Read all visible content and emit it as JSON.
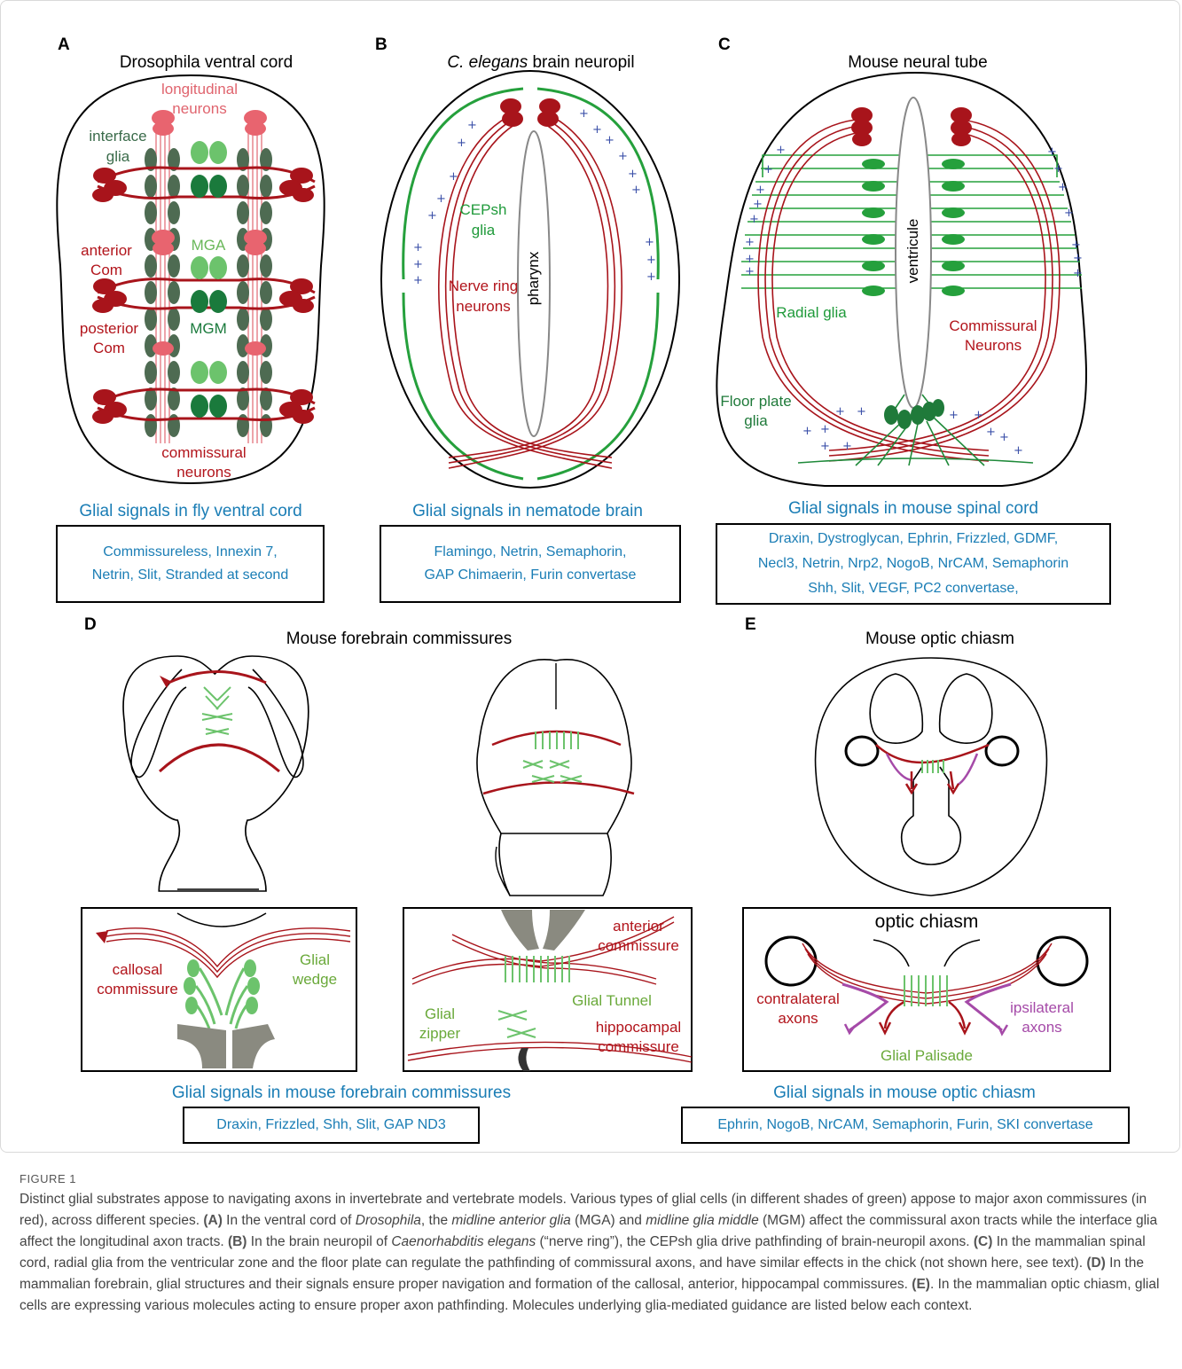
{
  "figure": {
    "panels": {
      "A": {
        "letter": "A",
        "title": "Drosophila ventral cord",
        "labels": {
          "longitudinal": "longitudinal",
          "neurons1": "neurons",
          "interface": "interface",
          "glia": "glia",
          "mga": "MGA",
          "anterior": "anterior",
          "com1": "Com",
          "mgm": "MGM",
          "posterior": "posterior",
          "com2": "Com",
          "commissural": "commissural",
          "neurons2": "neurons"
        }
      },
      "B": {
        "letter": "B",
        "title_italic": "C. elegans",
        "title_rest": " brain neuropil",
        "labels": {
          "cepsh": "CEPsh",
          "glia": "glia",
          "nerve": "Nerve ring",
          "neurons": "neurons",
          "pharynx": "pharynx"
        }
      },
      "C": {
        "letter": "C",
        "title": "Mouse neural tube",
        "labels": {
          "ventricule": "ventricule",
          "radial": "Radial glia",
          "commissural": "Commissural",
          "neurons": "Neurons",
          "floor": "Floor plate",
          "glia": "glia"
        }
      },
      "D": {
        "letter": "D",
        "title": "Mouse forebrain commissures",
        "labels": {
          "callosal": "callosal",
          "commissure1": "commissure",
          "glial": "Glial",
          "wedge": "wedge",
          "anterior": "anterior",
          "commissure2": "commissure",
          "tunnel": "Glial Tunnel",
          "glial2": "Glial",
          "zipper": "zipper",
          "hippocampal": "hippocampal",
          "commissure3": "commissure"
        }
      },
      "E": {
        "letter": "E",
        "title": "Mouse optic chiasm",
        "labels": {
          "optic": "optic chiasm",
          "contralateral": "contralateral",
          "axons1": "axons",
          "ipsilateral": "ipsilateral",
          "axons2": "axons",
          "palisade": "Glial Palisade"
        }
      }
    },
    "signals": {
      "A": {
        "heading": "Glial signals in fly ventral cord",
        "lines": [
          "Commissureless, Innexin 7,",
          "Netrin, Slit, Stranded at second"
        ]
      },
      "B": {
        "heading": "Glial signals in nematode brain",
        "lines": [
          "Flamingo, Netrin, Semaphorin,",
          "GAP Chimaerin, Furin convertase"
        ]
      },
      "C": {
        "heading": "Glial signals in mouse spinal cord",
        "lines": [
          "Draxin, Dystroglycan, Ephrin, Frizzled, GDMF,",
          "Necl3, Netrin, Nrp2, NogoB, NrCAM, Semaphorin",
          "Shh, Slit, VEGF, PC2 convertase,"
        ]
      },
      "D": {
        "heading": "Glial signals in mouse forebrain commissures",
        "lines": [
          "Draxin, Frizzled, Shh, Slit, GAP ND3"
        ]
      },
      "E": {
        "heading": "Glial signals in mouse optic chiasm",
        "lines": [
          "Ephrin, NogoB, NrCAM, Semaphorin, Furin, SKI convertase"
        ]
      }
    },
    "colors": {
      "axon_red": "#b2141b",
      "dark_green": "#4e6b52",
      "light_green": "#6cc36c",
      "mgm_green": "#1a7a3c",
      "glia_green": "#25a03c",
      "signal_blue": "#1a7db5",
      "violet": "#a54aa8",
      "grey": "#8a8a80"
    }
  },
  "caption": {
    "label": "FIGURE 1",
    "p1": "Distinct glial substrates appose to navigating axons in invertebrate and vertebrate models. Various types of glial cells (in different shades of green) appose to major axon commissures (in red), across different species. ",
    "A_ref": "(A)",
    "p2": " In the ventral cord of ",
    "p2_i": "Drosophila",
    "p3": ", the ",
    "p3_i": "midline anterior glia",
    "p4": " (MGA) and ",
    "p4_i": "midline glia middle",
    "p5": " (MGM) affect the commissural axon tracts while the interface glia affect the longitudinal axon tracts. ",
    "B_ref": "(B)",
    "p6": " In the brain neuropil of ",
    "p6_i": "Caenorhabditis elegans",
    "p7": " (“nerve ring”), the CEPsh glia drive pathfinding of brain-neuropil axons. ",
    "C_ref": "(C)",
    "p8": " In the mammalian spinal cord, radial glia from the ventricular zone and the floor plate can regulate the pathfinding of commissural axons, and have similar effects in the chick (not shown here, see text). ",
    "D_ref": "(D)",
    "p9": " In the mammalian forebrain, glial structures and their signals ensure proper navigation and formation of the callosal, anterior, hippocampal commissures. ",
    "E_ref": "(E)",
    "p10": ". In the mammalian optic chiasm, glial cells are expressing various molecules acting to ensure proper axon pathfinding. Molecules underlying glia-mediated guidance are listed below each context."
  }
}
